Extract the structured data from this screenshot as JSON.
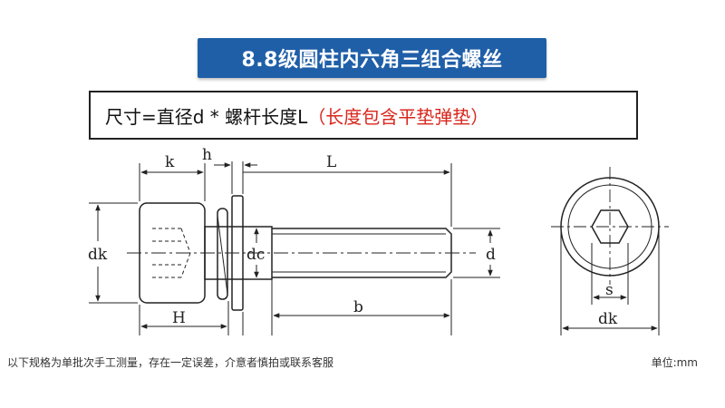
{
  "title": "8.8级圆柱内六角三组合螺丝",
  "size_formula": {
    "main": "尺寸=直径d * 螺杆长度L",
    "note": "（长度包含平垫弹垫）"
  },
  "dimension_labels": {
    "k": "k",
    "h": "h",
    "L": "L",
    "dk": "dk",
    "dc": "dc",
    "d": "d",
    "H": "H",
    "b": "b",
    "s": "s",
    "dk_end": "dk"
  },
  "footer_note": "以下规格为单批次手工测量，存在一定误差，介意者慎拍或联系客服",
  "unit_note": "单位:mm",
  "colors": {
    "banner": "#1f5fa8",
    "note_red": "#d9261c",
    "line": "#222222"
  }
}
